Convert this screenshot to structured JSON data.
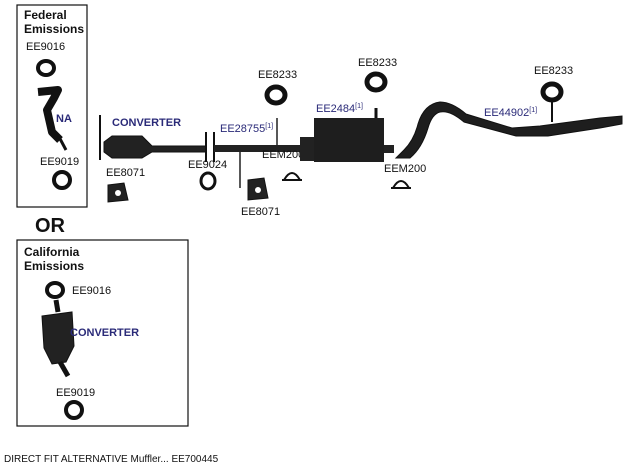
{
  "federal_box": {
    "title_line1": "Federal",
    "title_line2": "Emissions",
    "top_part": "EE9016",
    "na_label": "NA",
    "bottom_part": "EE9019"
  },
  "separator_word": "OR",
  "california_box": {
    "title_line1": "California",
    "title_line2": "Emissions",
    "top_part": "EE9016",
    "converter_label": "CONVERTER",
    "bottom_part": "EE9019"
  },
  "main_system": {
    "converter_label": "CONVERTER",
    "hanger_left": "EE8071",
    "gasket": "EE9024",
    "pipe_part": "EE28755",
    "pipe_note": "[1]",
    "hanger_mid": "EE8071",
    "clamp_left": "EEM200",
    "isolator_1": "EE8233",
    "isolator_2": "EE8233",
    "muffler_part": "EE2484",
    "muffler_note": "[1]",
    "clamp_right": "EEM200",
    "isolator_3": "EE8233",
    "tailpipe_part": "EE44902",
    "tailpipe_note": "[1]"
  },
  "footer_text": "DIRECT FIT ALTERNATIVE Muffler... EE700445",
  "colors": {
    "ink": "#111111",
    "part_blue": "#2a2a78"
  }
}
